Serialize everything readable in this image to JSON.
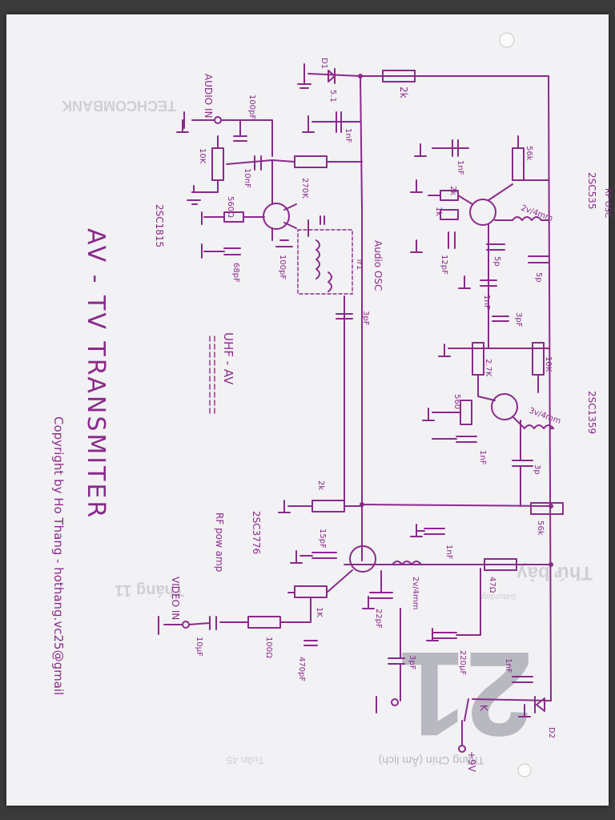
{
  "title": "AV - TV TRANSMITER",
  "subtitle": "UHF - AV",
  "copyright": "Copyright by Ho Thang - hothang.vc25@gmail",
  "sections": {
    "audio_osc": "Audio OSC",
    "rf_osc": "RF OSC",
    "rf_amp": "RF pow amp"
  },
  "transistors": {
    "q_audio": "2SC1815",
    "q_rf_osc": "2SC535",
    "q_mid": "2SC1359",
    "q_amp": "2SC3776"
  },
  "ports": {
    "audio_in": "AUDIO IN",
    "video_in": "VIDEO IN",
    "power": "+9V",
    "switch": "K",
    "tr1": "Tr1",
    "d1": "D1",
    "d2": "D2"
  },
  "components": {
    "r_2k_top": "2k",
    "c_1nf_d1": "1nF",
    "c_5_1": "5.1",
    "c_100pf_in": "100pF",
    "r_10k_pot": "10K",
    "c_10nf_in": "10nF",
    "r_270k": "270K",
    "r_560": "560Ω",
    "c_68pf": "68pF",
    "c_100pf_b": "100pF",
    "c_1nf_a": "1nF",
    "r_2k_b": "2k",
    "r_1k": "1k",
    "c_12pf": "12pF",
    "r_56k_a": "56k",
    "l_2v4mm_a": "2v/4mm",
    "c_5p_a": "5p",
    "c_5p_b": "5p",
    "c_1nf_b": "1nF",
    "c_3pf_a": "3pF",
    "c_3pf_c": "3pF",
    "r_10k_b": "10K",
    "r_2_7k": "2.7K",
    "r_560_b": "560",
    "c_1nf_c": "1nF",
    "l_3v4mm": "3v/4mm",
    "c_3p_d": "3p",
    "r_2k_c": "2k",
    "r_56k_b": "56k",
    "c_15pf": "15pF",
    "c_1nf_d": "1nF",
    "r_47": "47Ω",
    "l_2v4mm_b": "2v/4mm",
    "c_22pf": "22pF",
    "r_1k_b": "1K",
    "r_100": "100Ω",
    "c_470pf": "470pF",
    "c_10uf": "10µF",
    "c_220uf": "220µF",
    "c_3pf_out": "3pF",
    "c_1nf_e": "1nF"
  },
  "background": {
    "bank": "TECHCOMBANK",
    "big_day": "21",
    "weekday": "Thứ bảy",
    "month": "Tháng 11",
    "weekday_en": "Saturday",
    "lunar": "Tháng Chín (Âm lịch)",
    "week": "Tuần 45"
  }
}
